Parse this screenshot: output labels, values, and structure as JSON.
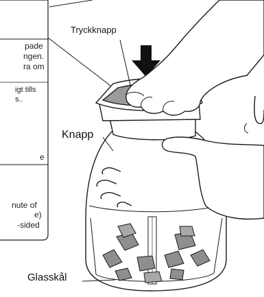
{
  "labels": {
    "push_button": "Tryckknapp",
    "knob": "Knapp",
    "glass_bowl": "Glasskål"
  },
  "callout_fragments": {
    "line1": "pade",
    "line2": "ngen.",
    "line3": "ra om",
    "line4": "igt tills",
    "line5": "s..",
    "line6": "e",
    "line7": "nute of",
    "line8": "e)",
    "line9": "-sided"
  },
  "colors": {
    "line": "#1a1a1a",
    "push_button_fill": "#9a9a9a",
    "ice_fill": "#8e8e8e",
    "background": "#ffffff"
  }
}
